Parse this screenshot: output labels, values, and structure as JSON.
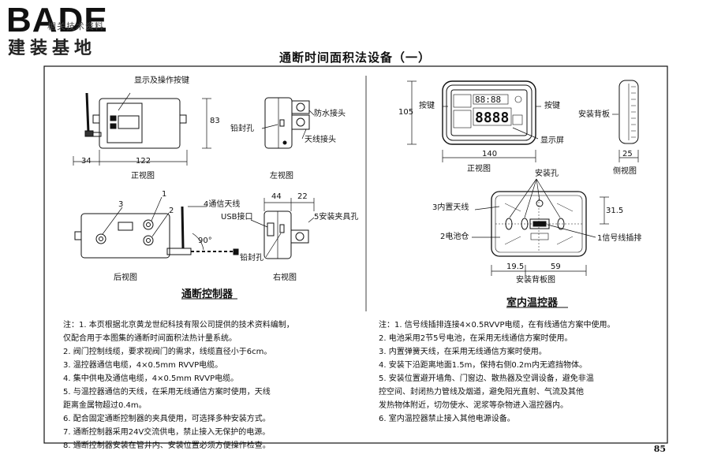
{
  "header": {
    "logo_text": "BADE",
    "logo_sub": "建装基地",
    "logo_tag": "相关技术资料",
    "title": "通断时间面积法设备（一）"
  },
  "controller": {
    "section_title": "通断控制器",
    "front": {
      "label": "正视图",
      "callout_display": "显示及操作按键",
      "dim_34": "34",
      "dim_122": "122",
      "dim_83": "83"
    },
    "left": {
      "label": "左视图",
      "callout_seal": "铅封孔",
      "callout_waterproof": "防水接头",
      "callout_antenna": "天线接头"
    },
    "rear": {
      "label": "后视图",
      "num1": "1",
      "num2": "2",
      "num3": "3",
      "callout_antenna_comm": "4通信天线",
      "angle": "90°"
    },
    "right": {
      "label": "右视图",
      "dim_44": "44",
      "dim_22": "22",
      "callout_usb": "USB接口",
      "callout_clamp": "5安装夹具孔",
      "callout_seal": "铅封孔"
    }
  },
  "thermostat": {
    "section_title": "室内温控器",
    "front": {
      "label": "正视图",
      "callout_key_left": "按键",
      "callout_key_right": "按键",
      "callout_screen": "显示屏",
      "dim_105": "105",
      "dim_140": "140"
    },
    "side": {
      "label": "侧视图",
      "callout_plate": "安装背板",
      "dim_25": "25"
    },
    "back": {
      "label": "安装背板图",
      "callout_holes": "安装孔",
      "callout_antenna": "3内置天线",
      "callout_battery": "2电池仓",
      "callout_signal": "1信号线插排",
      "dim_31_5": "31.5",
      "dim_19_5": "19.5",
      "dim_59": "59"
    }
  },
  "notes_left": [
    "注：1. 本页根据北京黄龙世纪科技有限公司提供的技术资料编制，",
    "          仅配合用于本图集的通断时间面积法热计量系统。",
    "      2. 阀门控制线缆，要求视阀门的需求，线缆直径小于6cm。",
    "      3. 温控器通信电缆，4×0.5mm RVVP电缆。",
    "      4. 集中供电及通信电缆，4×0.5mm RVVP电缆。",
    "      5. 与温控器通信的天线，在采用无线通信方案时使用，天线",
    "          距离金属物超过0.4m。",
    "      6. 配合固定通断控制器的夹具使用，可选择多种安装方式。",
    "      7. 通断控制器采用24V交流供电，禁止接入无保护的电源。",
    "      8. 通断控制器安装在管井内、安装位置必须方便操作检查。"
  ],
  "notes_right": [
    "注：1. 信号线插排连接4×0.5RVVP电缆，在有线通信方案中使用。",
    "      2. 电池采用2节5号电池，在采用无线通信方案时使用。",
    "      3. 内置弹簧天线，在采用无线通信方案时使用。",
    "      4. 安装下沿距离地面1.5m，保持右侧0.2m内无遮挡物体。",
    "      5. 安装位置避开墙角、门窗边、散热器及空调设备，避免非温",
    "          控空间、封闭热力管线及烟道，避免阳光直射、气流及其他",
    "          发热物体附近，切勿使水、泥浆等杂物进入温控器内。",
    "      6. 室内温控器禁止接入其他电源设备。"
  ],
  "page_number": "85",
  "colors": {
    "ink": "#111111",
    "paper": "#ffffff"
  }
}
